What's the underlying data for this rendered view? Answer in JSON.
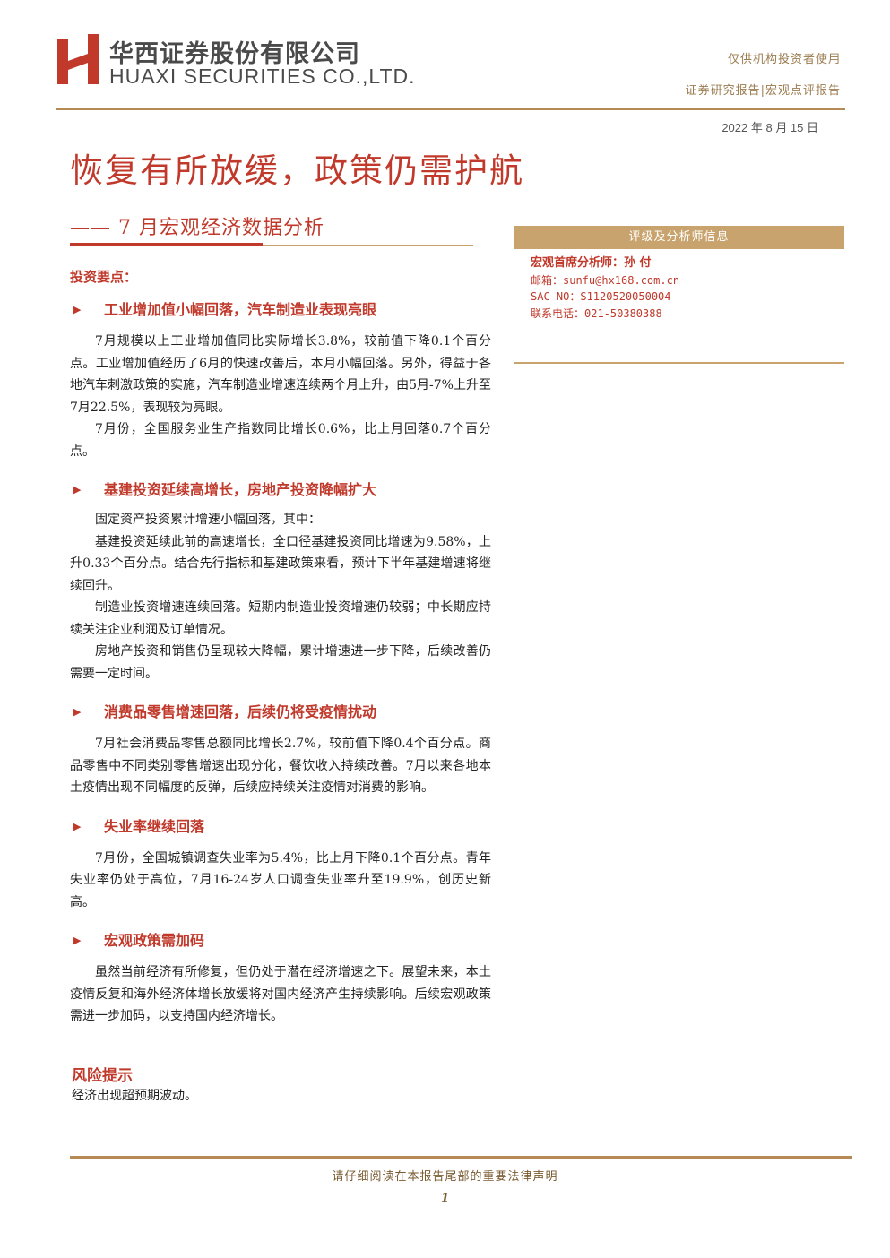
{
  "header": {
    "company_cn": "华西证券股份有限公司",
    "company_en": "HUAXI SECURITIES CO.,LTD.",
    "right_line1": "仅供机构投资者使用",
    "right_line2": "证券研究报告|宏观点评报告",
    "date": "2022 年 8 月 15 日",
    "logo_color": "#c0392b"
  },
  "title": "恢复有所放缓，政策仍需护航",
  "subtitle": "—— 7 月宏观经济数据分析",
  "analyst": {
    "header": "评级及分析师信息",
    "name_line": "宏观首席分析师：孙 付",
    "email_line": "邮箱：sunfu@hx168.com.cn",
    "sac_line": "SAC NO：S1120520050004",
    "phone_line": "联系电话：021-50380388"
  },
  "main": {
    "heading": "投资要点：",
    "sections": [
      {
        "title": "工业增加值小幅回落，汽车制造业表现亮眼",
        "paragraphs": [
          "7月规模以上工业增加值同比实际增长3.8%，较前值下降0.1个百分点。工业增加值经历了6月的快速改善后，本月小幅回落。另外，得益于各地汽车刺激政策的实施，汽车制造业增速连续两个月上升，由5月-7%上升至7月22.5%，表现较为亮眼。",
          "7月份，全国服务业生产指数同比增长0.6%，比上月回落0.7个百分点。"
        ]
      },
      {
        "title": "基建投资延续高增长，房地产投资降幅扩大",
        "paragraphs": [
          "固定资产投资累计增速小幅回落，其中：",
          "基建投资延续此前的高速增长，全口径基建投资同比增速为9.58%，上升0.33个百分点。结合先行指标和基建政策来看，预计下半年基建增速将继续回升。",
          "制造业投资增速连续回落。短期内制造业投资增速仍较弱；中长期应持续关注企业利润及订单情况。",
          "房地产投资和销售仍呈现较大降幅，累计增速进一步下降，后续改善仍需要一定时间。"
        ]
      },
      {
        "title": "消费品零售增速回落，后续仍将受疫情扰动",
        "paragraphs": [
          "7月社会消费品零售总额同比增长2.7%，较前值下降0.4个百分点。商品零售中不同类别零售增速出现分化，餐饮收入持续改善。7月以来各地本土疫情出现不同幅度的反弹，后续应持续关注疫情对消费的影响。"
        ]
      },
      {
        "title": "失业率继续回落",
        "paragraphs": [
          "7月份，全国城镇调查失业率为5.4%，比上月下降0.1个百分点。青年失业率仍处于高位，7月16-24岁人口调查失业率升至19.9%，创历史新高。"
        ]
      },
      {
        "title": "宏观政策需加码",
        "paragraphs": [
          "虽然当前经济有所修复，但仍处于潜在经济增速之下。展望未来，本土疫情反复和海外经济体增长放缓将对国内经济产生持续影响。后续宏观政策需进一步加码，以支持国内经济增长。"
        ]
      }
    ]
  },
  "risk": {
    "heading": "风险提示",
    "text": "经济出现超预期波动。"
  },
  "footer": {
    "notice": "请仔细阅读在本报告尾部的重要法律声明",
    "page": "1"
  }
}
